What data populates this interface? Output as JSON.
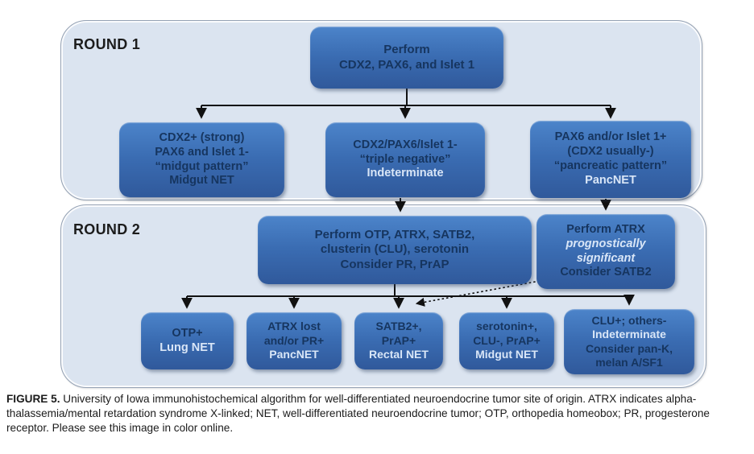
{
  "round1": {
    "label": "ROUND 1",
    "perform_box": {
      "line1": "Perform",
      "line2": "CDX2, PAX6, and Islet 1"
    },
    "midgut_box": {
      "line1": "CDX2+ (strong)",
      "line2": "PAX6 and Islet 1-",
      "line3": "“midgut pattern”",
      "line4": "Midgut NET"
    },
    "indeterminate_box": {
      "line1": "CDX2/PAX6/Islet 1-",
      "line2": "“triple negative”",
      "line3": "Indeterminate"
    },
    "pancnet_box": {
      "line1": "PAX6 and/or Islet 1+",
      "line2": "(CDX2 usually-)",
      "line3": "“pancreatic pattern”",
      "line4": "PancNET"
    }
  },
  "round2": {
    "label": "ROUND 2",
    "perform_box": {
      "line1": "Perform OTP, ATRX, SATB2,",
      "line2": "clusterin (CLU), serotonin",
      "line3": "Consider PR, PrAP"
    },
    "atrx_box": {
      "line1": "Perform ATRX",
      "line2": "prognostically",
      "line3": "significant",
      "line4": "Consider SATB2"
    },
    "outcomes": {
      "lung": {
        "line1": "OTP+",
        "line2": "Lung NET"
      },
      "pancnet": {
        "line1": "ATRX lost",
        "line2": "and/or PR+",
        "line3": "PancNET"
      },
      "rectal": {
        "line1": "SATB2+,",
        "line2": "PrAP+",
        "line3": "Rectal NET"
      },
      "midgut": {
        "line1": "serotonin+,",
        "line2": "CLU-, PrAP+",
        "line3": "Midgut NET"
      },
      "indeterminate": {
        "line1": "CLU+; others-",
        "line2": "Indeterminate",
        "line3": "Consider pan-K,",
        "line4": "melan A/SF1"
      }
    }
  },
  "caption": {
    "label": "FIGURE 5.",
    "text": "University of Iowa immunohistochemical algorithm for well-differentiated neuroendocrine tumor site of origin. ATRX indicates alpha-thalassemia/mental retardation syndrome X-linked; NET, well-differentiated neuroendocrine tumor; OTP, orthopedia homeobox; PR, progesterone receptor. Please see this image in color online."
  },
  "colors": {
    "panel_fill": "#dbe4f0",
    "panel_border": "#95a2b4",
    "box_gradient_top": "#4c84ca",
    "box_gradient_bottom": "#30599b",
    "dark_text": "#16355f",
    "light_text": "#d9e6f7",
    "arrow": "#111111"
  }
}
